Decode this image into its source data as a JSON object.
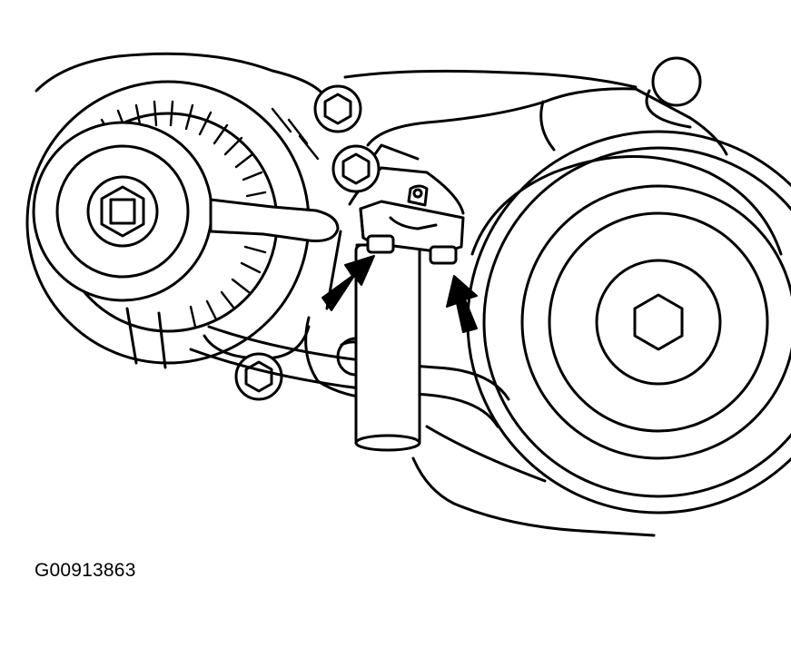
{
  "figure": {
    "id_label": "G00913863"
  },
  "arrows": [
    {
      "name": "left-indicator-arrow",
      "points_to": "left-mounting-bolt"
    },
    {
      "name": "right-indicator-arrow",
      "points_to": "right-mounting-bolt"
    }
  ],
  "colors": {
    "line": "#000000",
    "background": "#ffffff"
  }
}
